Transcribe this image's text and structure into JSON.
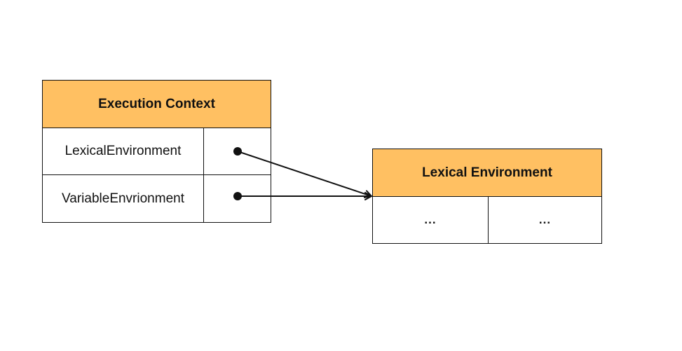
{
  "colors": {
    "header_fill": "#FFC062",
    "stroke": "#111111",
    "background": "#ffffff"
  },
  "execution_context": {
    "title": "Execution Context",
    "rows": [
      {
        "label": "LexicalEnvironment"
      },
      {
        "label": "VariableEnvrionment"
      }
    ]
  },
  "lexical_environment": {
    "title": "Lexical Environment",
    "cells": [
      "...",
      "..."
    ]
  }
}
